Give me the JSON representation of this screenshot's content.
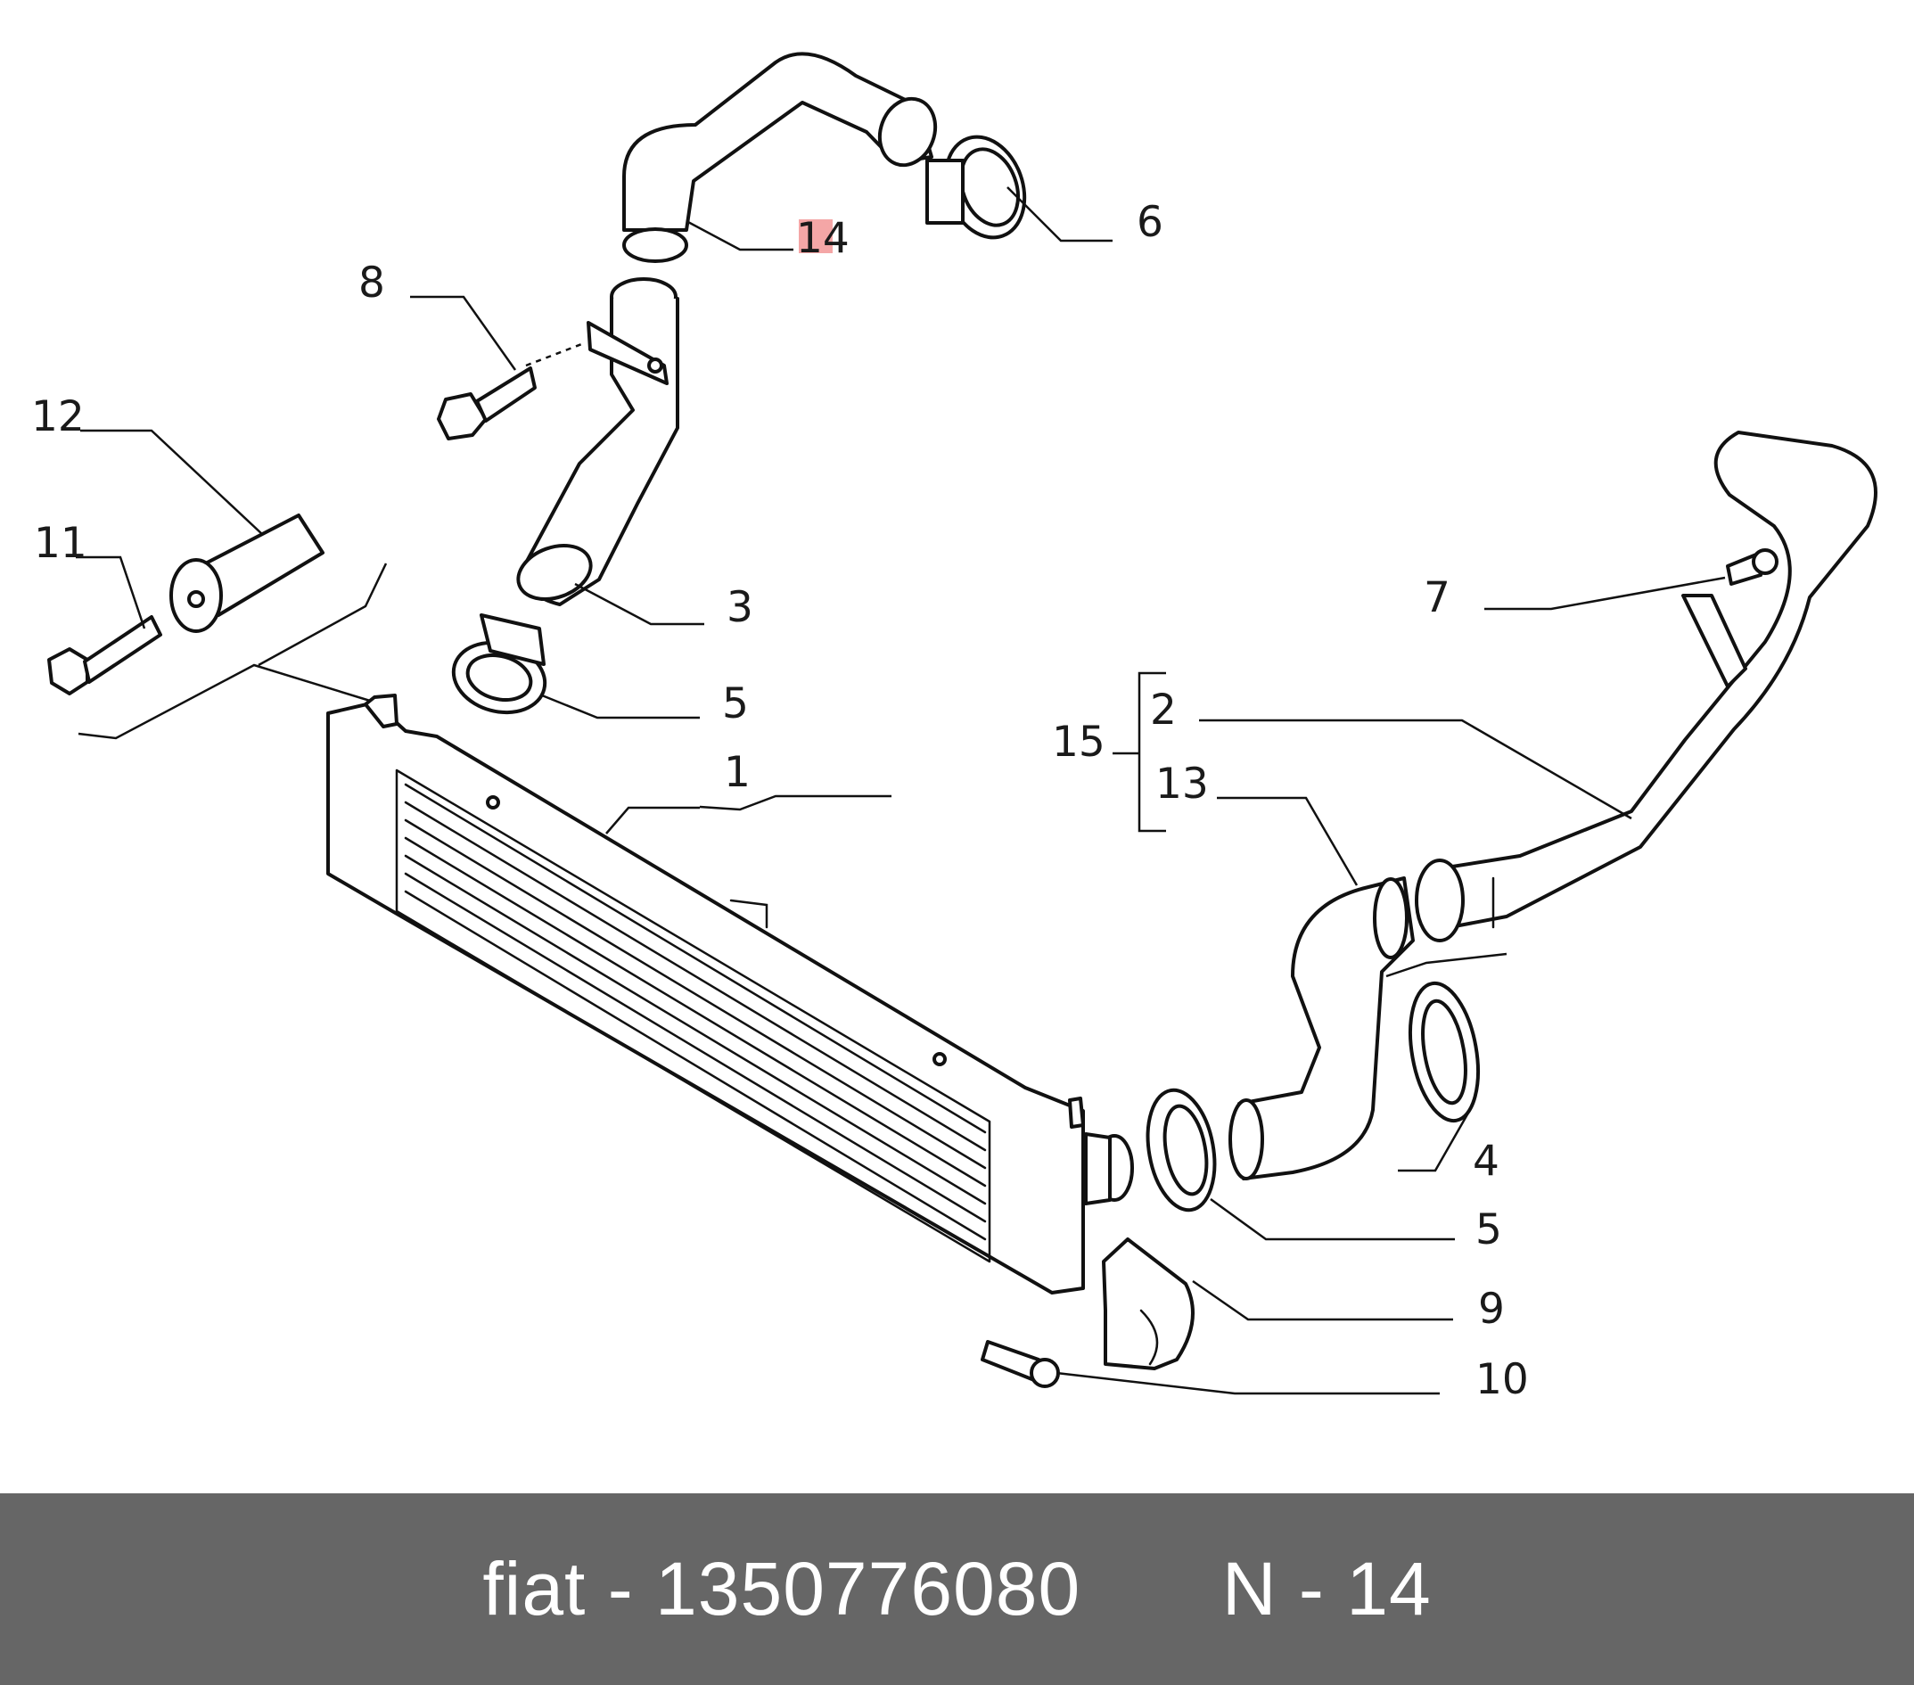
{
  "diagram": {
    "callouts": {
      "c1": "1",
      "c2": "2",
      "c3": "3",
      "c4": "4",
      "c5a": "5",
      "c5b": "5",
      "c6": "6",
      "c7": "7",
      "c8": "8",
      "c9": "9",
      "c10": "10",
      "c11": "11",
      "c12": "12",
      "c13": "13",
      "c14": "14",
      "c15": "15"
    },
    "highlight_color": "#f4a6a6"
  },
  "footer": {
    "brand": "fiat",
    "separator": "-",
    "part_number": "1350776080",
    "ref_prefix": "N",
    "ref_separator": "-",
    "ref_number": "14",
    "background": "#666666"
  }
}
